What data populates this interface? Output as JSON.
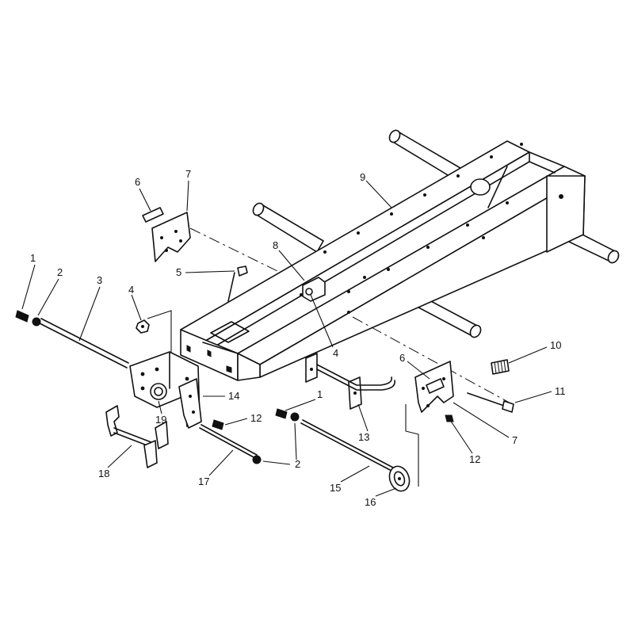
{
  "callouts": [
    {
      "id": "c1a",
      "text": "1"
    },
    {
      "id": "c2a",
      "text": "2"
    },
    {
      "id": "c3",
      "text": "3"
    },
    {
      "id": "c4a",
      "text": "4"
    },
    {
      "id": "c5",
      "text": "5"
    },
    {
      "id": "c6a",
      "text": "6"
    },
    {
      "id": "c7a",
      "text": "7"
    },
    {
      "id": "c8",
      "text": "8"
    },
    {
      "id": "c9",
      "text": "9"
    },
    {
      "id": "c4b",
      "text": "4"
    },
    {
      "id": "c10",
      "text": "10"
    },
    {
      "id": "c6b",
      "text": "6"
    },
    {
      "id": "c11",
      "text": "11"
    },
    {
      "id": "c7b",
      "text": "7"
    },
    {
      "id": "c12a",
      "text": "12"
    },
    {
      "id": "c1b",
      "text": "1"
    },
    {
      "id": "c12b",
      "text": "12"
    },
    {
      "id": "c14",
      "text": "14"
    },
    {
      "id": "c19",
      "text": "19"
    },
    {
      "id": "c18",
      "text": "18"
    },
    {
      "id": "c17",
      "text": "17"
    },
    {
      "id": "c2b",
      "text": "2"
    },
    {
      "id": "c13",
      "text": "13"
    },
    {
      "id": "c15",
      "text": "15"
    },
    {
      "id": "c16",
      "text": "16"
    }
  ]
}
